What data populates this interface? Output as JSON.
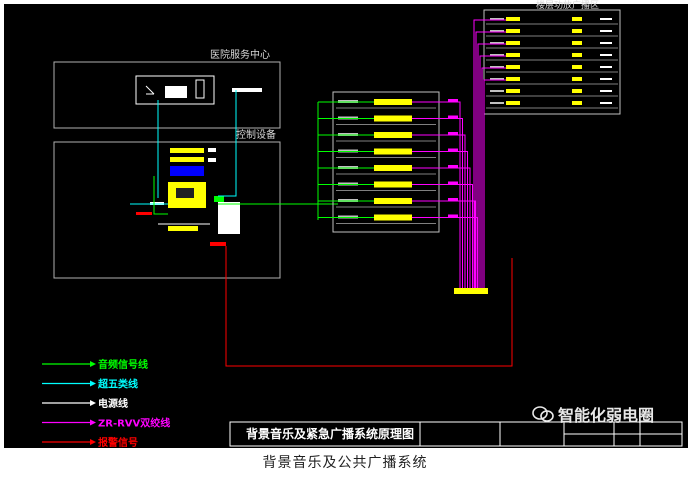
{
  "diagram": {
    "title": "背景音乐及紧急广播系统原理图",
    "box_top_right": "楼层功放广播区",
    "box_service": "医院服务中心",
    "box_control": "控制设备",
    "legend": [
      {
        "label": "音频信号线",
        "color": "#00ff00"
      },
      {
        "label": "超五类线",
        "color": "#00ffff"
      },
      {
        "label": "电源线",
        "color": "#ffffff"
      },
      {
        "label": "ZR-RVV双绞线",
        "color": "#ff00ff"
      },
      {
        "label": "报警信号",
        "color": "#ff0000"
      }
    ]
  },
  "watermark": "智能化弱电圈",
  "caption": "背景音乐及公共广播系统"
}
